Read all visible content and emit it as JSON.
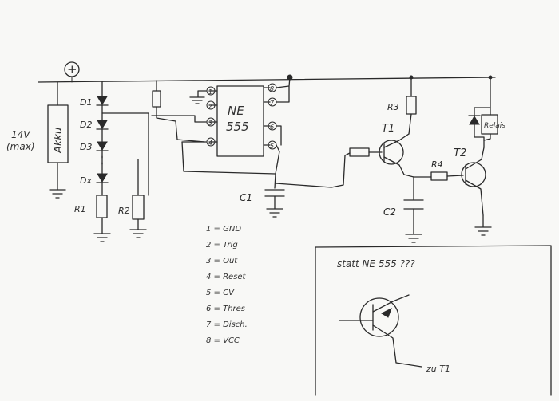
{
  "supply": {
    "plus_symbol": "+",
    "battery_label": "Akku",
    "voltage_note_line1": "14V",
    "voltage_note_line2": "(max)"
  },
  "diodes": [
    "D1",
    "D2",
    "D3",
    "Dx"
  ],
  "resistors": {
    "r1": "R1",
    "r2": "R2",
    "r3": "R3",
    "r4": "R4"
  },
  "capacitors": {
    "c1": "C1",
    "c2": "C2"
  },
  "transistors": {
    "t1": "T1",
    "t2": "T2"
  },
  "relay_label": "Relais",
  "ic": {
    "name_line1": "NE",
    "name_line2": "555",
    "pins_left": [
      "1",
      "2",
      "3",
      "4"
    ],
    "pins_right": [
      "8",
      "7",
      "6",
      "5"
    ]
  },
  "pin_legend": [
    "1 = GND",
    "2 = Trig",
    "3 = Out",
    "4 = Reset",
    "5 = CV",
    "6 = Thres",
    "7 = Disch.",
    "8 = VCC"
  ],
  "inset": {
    "note": "statt NE 555 ???",
    "to_label": "zu T1"
  }
}
